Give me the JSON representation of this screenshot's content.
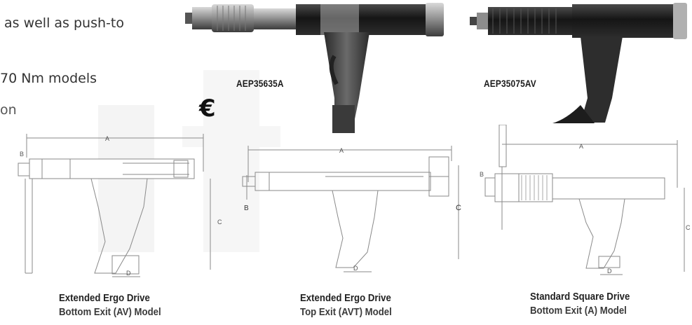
{
  "intro_text": {
    "line1": "as well as push-to",
    "line2": "70 Nm models",
    "line3": "on"
  },
  "photos": [
    {
      "label": "AEP35635A"
    },
    {
      "label": "AEP35075AV"
    }
  ],
  "ce_mark": "€",
  "drawings": [
    {
      "dims": {
        "a": "A",
        "b": "B",
        "c": "C",
        "d": "D"
      },
      "caption_line1": "Extended Ergo Drive",
      "caption_line2": "Bottom Exit (AV) Model"
    },
    {
      "dims": {
        "a": "A",
        "b": "B",
        "c": "C",
        "d": "D"
      },
      "caption_line1": "Extended Ergo Drive",
      "caption_line2": "Top Exit (AVT) Model"
    },
    {
      "dims": {
        "a": "A",
        "b": "B",
        "c": "C",
        "d": "D"
      },
      "caption_line1": "Standard Square Drive",
      "caption_line2": "Bottom Exit (A) Model"
    }
  ],
  "colors": {
    "tool_body": "#2a2a2a",
    "tool_silver": "#b8b8b8",
    "line_art": "#8a8a8a"
  }
}
